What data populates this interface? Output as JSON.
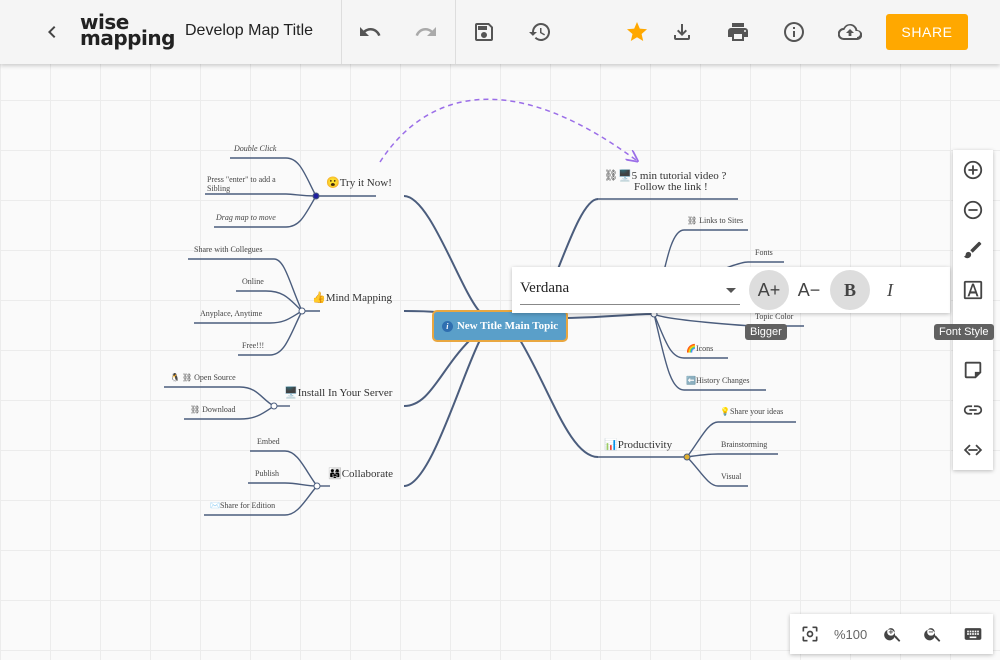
{
  "header": {
    "back_icon": "arrow-back-icon",
    "logo_line1": "wise",
    "logo_line2": "mapping",
    "title": "Develop Map Title",
    "share_label": "SHARE",
    "tools": [
      "undo-icon",
      "redo-icon",
      "save-icon",
      "history-icon",
      "star-icon",
      "download-icon",
      "print-icon",
      "info-icon",
      "cloud-upload-icon"
    ],
    "star_color": "#ffa800",
    "share_color": "#ffa800"
  },
  "map": {
    "central": "New Title Main Topic",
    "topics": {
      "try_it": "Try it Now!",
      "mind_mapping": "Mind Mapping",
      "install": "Install In Your Server",
      "collaborate": "Collaborate",
      "tutorial_line1": "5 min tutorial video ?",
      "tutorial_line2": "Follow the link !",
      "productivity": "Productivity"
    },
    "subtopics": {
      "double_click": "Double Click",
      "press_enter_1": "Press \"enter\" to add a",
      "press_enter_2": "Sibling",
      "drag_map": "Drag map to move",
      "share_colleagues": "Share with Collegues",
      "online": "Online",
      "anyplace": "Anyplace, Anytime",
      "free": "Free!!!",
      "open_source": "Open Source",
      "download": "Download",
      "embed": "Embed",
      "publish": "Publish",
      "share_edition": "Share for Edition",
      "links_sites": "Links to Sites",
      "fonts": "Fonts",
      "topic_color": "Topic Color",
      "icons": "Icons",
      "history": "History Changes",
      "share_ideas": "Share your ideas",
      "brainstorming": "Brainstorming",
      "visual": "Visual"
    },
    "emoji": {
      "try_it": "😮",
      "mind_mapping": "👍",
      "install": "🖥️",
      "collaborate": "👨‍👩‍👧",
      "tutorial": "🖥️",
      "productivity": "📊",
      "icons": "🌈",
      "history": "⬅️",
      "share_ideas": "💡",
      "share_edition": "✉️",
      "open_source": "🐧"
    },
    "central_color": "#5a9fc9",
    "central_border": "#e9a740",
    "relationship_color": "#9b6ee8"
  },
  "font_toolbar": {
    "font_family": "Verdana",
    "bigger_label": "A+",
    "smaller_label": "A−",
    "bold_label": "B",
    "italic_label": "I",
    "bigger_tooltip": "Bigger"
  },
  "side_toolbar": {
    "items": [
      "add-topic-icon",
      "remove-topic-icon",
      "paint-brush-icon",
      "font-style-icon",
      "note-icon",
      "link-icon",
      "relationship-icon"
    ],
    "font_style_tooltip": "Font Style"
  },
  "zoom": {
    "level": "%100"
  }
}
